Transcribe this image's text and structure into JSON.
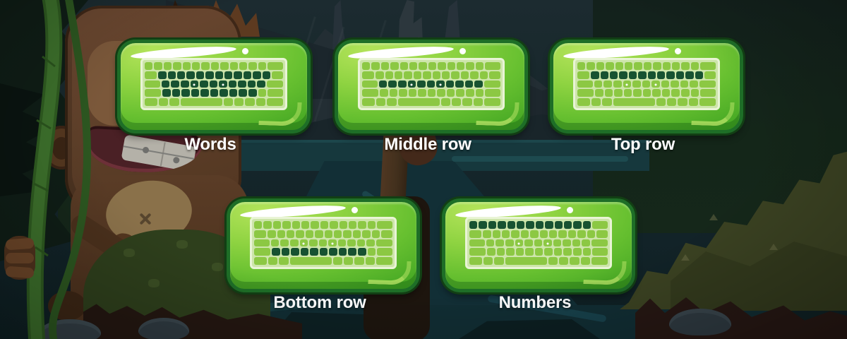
{
  "app": {
    "screen_name": "typing-lesson-select"
  },
  "cards": [
    {
      "id": "words",
      "label": "Words",
      "highlight": "all-letter-rows"
    },
    {
      "id": "middle-row",
      "label": "Middle row",
      "highlight": "home-row"
    },
    {
      "id": "top-row",
      "label": "Top row",
      "highlight": "top-letter-row"
    },
    {
      "id": "bottom-row",
      "label": "Bottom row",
      "highlight": "bottom-letter-row"
    },
    {
      "id": "numbers",
      "label": "Numbers",
      "highlight": "number-row"
    }
  ],
  "keyboard": {
    "rows": [
      [
        1,
        1,
        1,
        1,
        1,
        1,
        1,
        1,
        1,
        1,
        1,
        1,
        1,
        1.9
      ],
      [
        1.5,
        1,
        1,
        1,
        1,
        1,
        1,
        1,
        1,
        1,
        1,
        1,
        1,
        1.4
      ],
      [
        1.9,
        1,
        1,
        1,
        1,
        1,
        1,
        1,
        1,
        1,
        1,
        1,
        2.0
      ],
      [
        2.0,
        1,
        1,
        1,
        1,
        1,
        1,
        1,
        1,
        1,
        1,
        1,
        1.9
      ],
      [
        1.5,
        1.1,
        1.1,
        4.9,
        1.1,
        1.1,
        1.1,
        1.1,
        1.9
      ]
    ],
    "dots": {
      "row": 2,
      "keys": [
        4,
        7
      ]
    },
    "highlights": {
      "words": {
        "1": [
          1,
          12
        ],
        "2": [
          1,
          11
        ],
        "3": [
          1,
          10
        ]
      },
      "middle-row": {
        "2": [
          1,
          11
        ]
      },
      "top-row": {
        "1": [
          1,
          12
        ]
      },
      "bottom-row": {
        "3": [
          1,
          10
        ]
      },
      "numbers": {
        "0": [
          0,
          12
        ]
      }
    }
  },
  "colors": {
    "key_light": "#8cc843",
    "key_dark": "#175231",
    "plate": "#cde5aa",
    "card_body": "#67c030",
    "card_border": "#1e6e27",
    "label_text": "#ffffff"
  }
}
